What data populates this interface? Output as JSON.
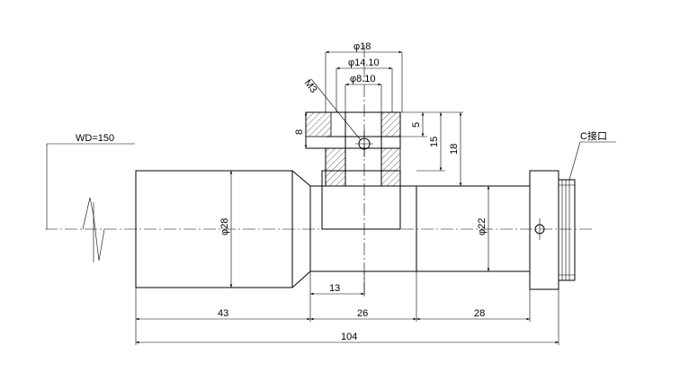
{
  "labels": {
    "wd": "WD=150",
    "c_mount": "C接口",
    "m3": "M3",
    "d18": "φ18",
    "d14": "φ14.10",
    "d8": "φ8.10",
    "d28": "φ28",
    "d22": "φ22",
    "h8": "8",
    "h5": "5",
    "h15": "15",
    "h18": "18",
    "l13": "13",
    "l43": "43",
    "l26": "26",
    "l28": "28",
    "l104": "104"
  }
}
